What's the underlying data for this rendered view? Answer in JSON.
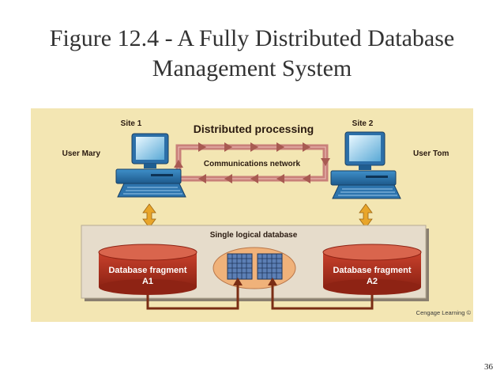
{
  "title": {
    "line1": "Figure 12.4 - A Fully Distributed Database",
    "line2": "Management System"
  },
  "diagram": {
    "heading": "Distributed processing",
    "network_label": "Communications network",
    "site1": {
      "label": "Site 1",
      "user": "User Mary"
    },
    "site2": {
      "label": "Site 2",
      "user": "User Tom"
    },
    "logical_db_label": "Single logical database",
    "fragment_a1": {
      "line1": "Database fragment",
      "line2": "A1"
    },
    "fragment_a2": {
      "line1": "Database fragment",
      "line2": "A2"
    },
    "credit": "Cengage Learning ©"
  },
  "page_number": "36",
  "colors": {
    "background": "#f3e6b3",
    "network_arrow": "#c9807a",
    "fragment_red": "#b5301e",
    "panel": "#e6dccb",
    "connector": "#7a2d14",
    "sync_arrow": "#e8a52a"
  }
}
